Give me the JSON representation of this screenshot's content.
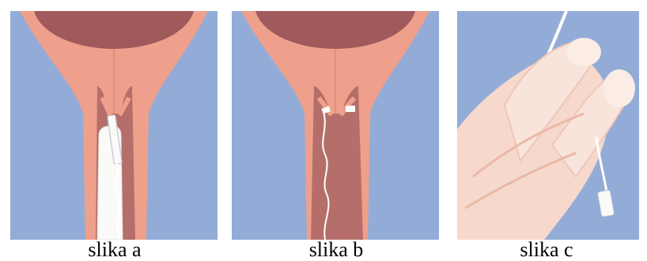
{
  "captions": {
    "a": "slika a",
    "b": "slika b",
    "c": "slika c"
  },
  "colors": {
    "background_blue": "#93ACD7",
    "tissue_pink": "#EEA08C",
    "tissue_dark": "#B66E6A",
    "uterus": "#A05A5C",
    "tampon_white": "#FAFAF8",
    "skin": "#F6D8CC"
  }
}
